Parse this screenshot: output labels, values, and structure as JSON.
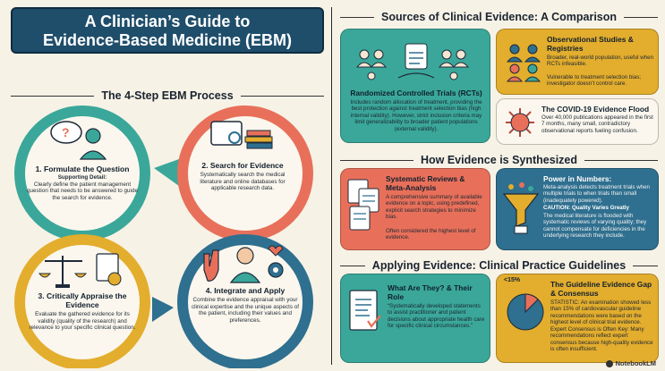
{
  "left": {
    "title_line1": "A Clinician’s Guide to",
    "title_line2": "Evidence-Based Medicine (EBM)",
    "process_title": "The 4-Step EBM Process",
    "steps": [
      {
        "title": "1. Formulate the Question",
        "subtitle": "Supporting Detail:",
        "body": "Clearly define the patient management question that needs to be answered to guide the search for evidence."
      },
      {
        "title": "2. Search for Evidence",
        "body": "Systematically search the medical literature and online databases for applicable research data."
      },
      {
        "title": "3. Critically Appraise the Evidence",
        "body": "Evaluate the gathered evidence for its validity (quality of the research) and relevance to your specific clinical question."
      },
      {
        "title": "4. Integrate and Apply",
        "body": "Combine the evidence appraisal with your clinical expertise and the unique aspects of the patient, including their values and preferences."
      }
    ]
  },
  "right": {
    "sources_title": "Sources of Clinical Evidence: A Comparison",
    "rct": {
      "title": "Randomized Controlled Trials (RCTs)",
      "body": "Includes random allocation of treatment, providing the best protection against treatment selection bias (high internal validity). However, strict inclusion criteria may limit generalizability to broader patient populations (external validity)."
    },
    "obs": {
      "title": "Observational Studies & Registries",
      "body1": "Broader, real-world population, useful when RCTs infeasible.",
      "body2": "Vulnerable to treatment selection bias; investigator doesn’t control care."
    },
    "covid": {
      "title": "The COVID-19 Evidence Flood",
      "body": "Over 40,000 publications appeared in the first 7 months, many small, contradictory observational reports fueling confusion."
    },
    "synth_title": "How Evidence is Synthesized",
    "sysrev": {
      "title": "Systematic Reviews & Meta-Analysis",
      "body": "A comprehensive summary of available evidence on a topic, using predefined, explicit search strategies to minimize bias.",
      "note": "Often considered the highest level of evidence."
    },
    "power": {
      "title": "Power in Numbers:",
      "body1": "Meta-analysis detects treatment trials when multiple trials to when trials than small (inadequately powered).",
      "caution": "CAUTION: Quality Varies Greatly",
      "body2": "The medical literature is flooded with systematic reviews of varying quality; they cannot compensate for deficiencies in the underlying research they include."
    },
    "apply_title": "Applying Evidence: Clinical Practice Guidelines",
    "what": {
      "title": "What Are They? & Their Role",
      "body": "“Systematically developed statements to assist practitioner and patient decisions about appropriate health care for specific clinical circumstances.”"
    },
    "gap": {
      "pie_label": "<15%",
      "title": "The Guideline Evidence Gap & Consensus",
      "body1": "STATISTIC: An examination showed less than 15% of cardiovascular guideline recommendations were based on the highest level of clinical trial evidence.",
      "body2": "Expert Consensus is Often Key: Many recommendations reflect expert consensus because high-quality evidence is often insufficient."
    },
    "brand": "NotebookLM"
  },
  "colors": {
    "navy": "#1f4e6b",
    "teal": "#3aa79a",
    "coral": "#e8705a",
    "gold": "#e3ad2d",
    "blue": "#2f6f8f"
  }
}
